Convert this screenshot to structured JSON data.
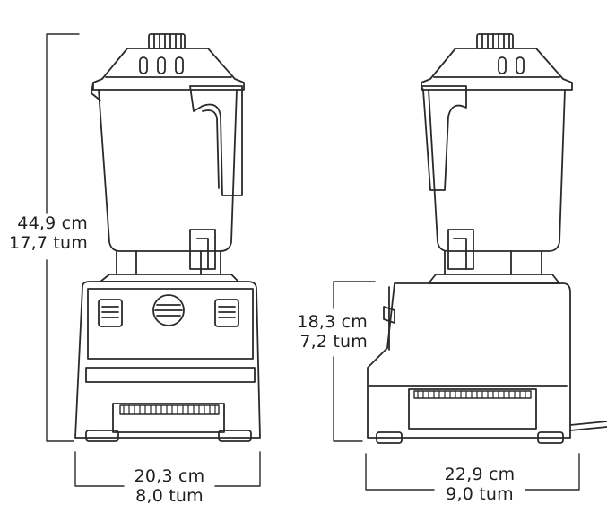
{
  "dimensions": {
    "height_total": {
      "metric": "44,9 cm",
      "imperial": "17,7 tum"
    },
    "height_base": {
      "metric": "18,3 cm",
      "imperial": "7,2 tum"
    },
    "width_front": {
      "metric": "20,3 cm",
      "imperial": "8,0 tum"
    },
    "depth_side": {
      "metric": "22,9 cm",
      "imperial": "9,0 tum"
    }
  },
  "colors": {
    "line": "#2a2a2a",
    "text": "#1f1f1f",
    "background": "#ffffff"
  }
}
